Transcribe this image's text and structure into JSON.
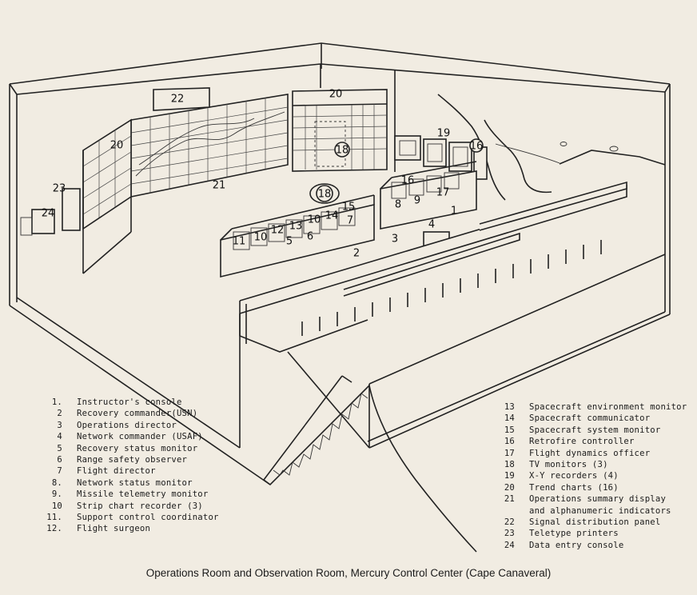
{
  "callouts": [
    "22",
    "20",
    "19",
    "20",
    "21",
    "18",
    "16",
    "23",
    "24",
    "18",
    "16",
    "17",
    "8",
    "9",
    "11",
    "10",
    "12",
    "13",
    "10",
    "14",
    "15",
    "7",
    "5",
    "6",
    "2",
    "3",
    "4",
    "1"
  ],
  "legend_left": [
    {
      "num": "1.",
      "label": "Instructor's console"
    },
    {
      "num": "2",
      "label": "Recovery commander(USN)"
    },
    {
      "num": "3",
      "label": "Operations director"
    },
    {
      "num": "4",
      "label": "Network commander (USAF)"
    },
    {
      "num": "5",
      "label": "Recovery status monitor"
    },
    {
      "num": "6",
      "label": "Range safety observer"
    },
    {
      "num": "7",
      "label": "Flight director"
    },
    {
      "num": "8.",
      "label": "Network status monitor"
    },
    {
      "num": "9.",
      "label": "Missile telemetry monitor"
    },
    {
      "num": "10",
      "label": "Strip chart recorder (3)"
    },
    {
      "num": "11.",
      "label": "Support control coordinator"
    },
    {
      "num": "12.",
      "label": "Flight surgeon"
    }
  ],
  "legend_right": [
    {
      "num": "13",
      "label": "Spacecraft environment monitor"
    },
    {
      "num": "14",
      "label": "Spacecraft communicator"
    },
    {
      "num": "15",
      "label": "Spacecraft system monitor"
    },
    {
      "num": "16",
      "label": "Retrofire controller"
    },
    {
      "num": "17",
      "label": "Flight dynamics officer"
    },
    {
      "num": "18",
      "label": "TV monitors (3)"
    },
    {
      "num": "19",
      "label": "X-Y recorders (4)"
    },
    {
      "num": "20",
      "label": "Trend charts (16)"
    },
    {
      "num": "21",
      "label": "Operations summary display\nand alphanumeric indicators"
    },
    {
      "num": "22",
      "label": "Signal distribution panel"
    },
    {
      "num": "23",
      "label": "Teletype printers"
    },
    {
      "num": "24",
      "label": "Data entry console"
    }
  ],
  "caption": "Operations Room and Observation Room, Mercury Control Center (Cape Canaveral)"
}
